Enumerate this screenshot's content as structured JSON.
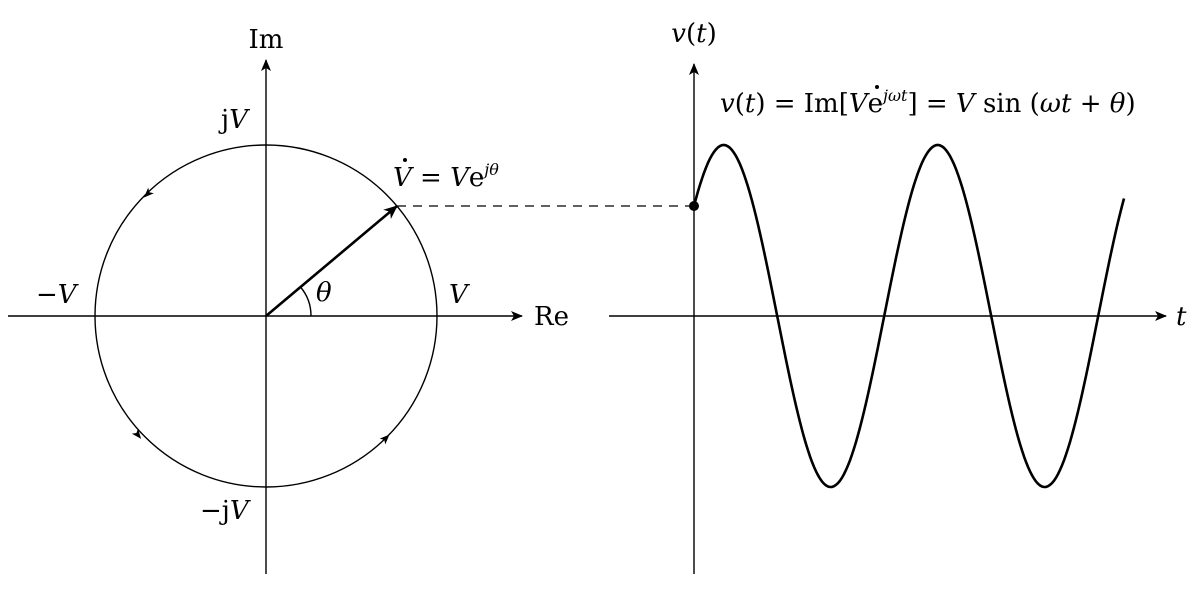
{
  "left_diagram": {
    "axes": {
      "im_label": "Im",
      "re_label": "Re"
    },
    "circle_labels": {
      "top": {
        "prefix": "j",
        "var": "V"
      },
      "bottom": {
        "prefix": "−j",
        "var": "V"
      },
      "left": {
        "sign": "−",
        "var": "V"
      },
      "right": {
        "var": "V"
      }
    },
    "phasor_label": {
      "lhs": "V",
      "eq": " = ",
      "rhs_var": "V",
      "rhs_base": "e",
      "rhs_sup": "jθ"
    },
    "angle_label": "θ"
  },
  "right_diagram": {
    "axes": {
      "y_label": "v(t)",
      "x_label": "t"
    },
    "formula": {
      "part1": "v(t) = Im[",
      "phasor": "V",
      "exp_base": "e",
      "exp_sup": "jωt",
      "part2": "] = ",
      "var": "V",
      "fn": " sin ",
      "arg": "(ωt + θ)"
    }
  }
}
